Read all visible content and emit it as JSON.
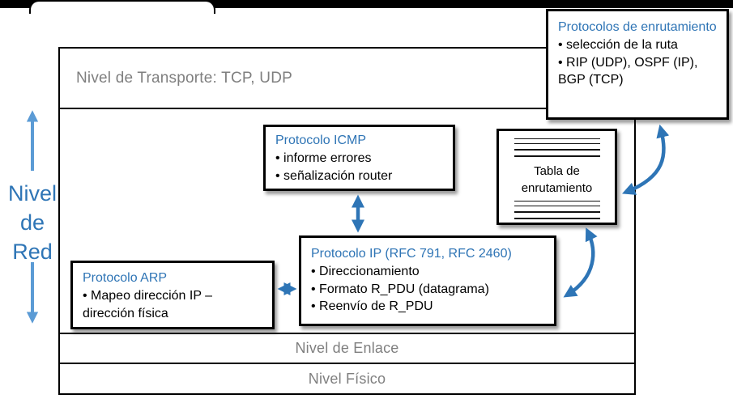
{
  "layers": {
    "transport": "Nivel de Transporte: TCP, UDP",
    "link": "Nivel de Enlace",
    "physical": "Nivel Físico"
  },
  "side_label": {
    "line1": "Nivel",
    "line2": "de",
    "line3": "Red"
  },
  "boxes": {
    "icmp": {
      "title": "Protocolo ICMP",
      "bullets": [
        "• informe errores",
        "• señalización router"
      ]
    },
    "ip": {
      "title": "Protocolo IP (RFC 791, RFC 2460)",
      "bullets": [
        "• Direccionamiento",
        "• Formato R_PDU (datagrama)",
        "• Reenvío de R_PDU"
      ]
    },
    "arp": {
      "title": "Protocolo ARP",
      "bullets": [
        "• Mapeo dirección IP – dirección física"
      ]
    },
    "routing": {
      "title": "Protocolos de enrutamiento",
      "bullets": [
        "• selección de la ruta",
        "• RIP (UDP), OSPF (IP), BGP (TCP)"
      ]
    },
    "routing_table": {
      "label": "Tabla de enrutamiento"
    }
  },
  "colors": {
    "box_title_blue": "#2e74b5",
    "side_label_blue": "#2e75b6",
    "side_arrow_blue": "#5b9bd5",
    "connector_arrow_blue": "#2e75b6",
    "layer_text_gray": "#7f7f7f"
  }
}
